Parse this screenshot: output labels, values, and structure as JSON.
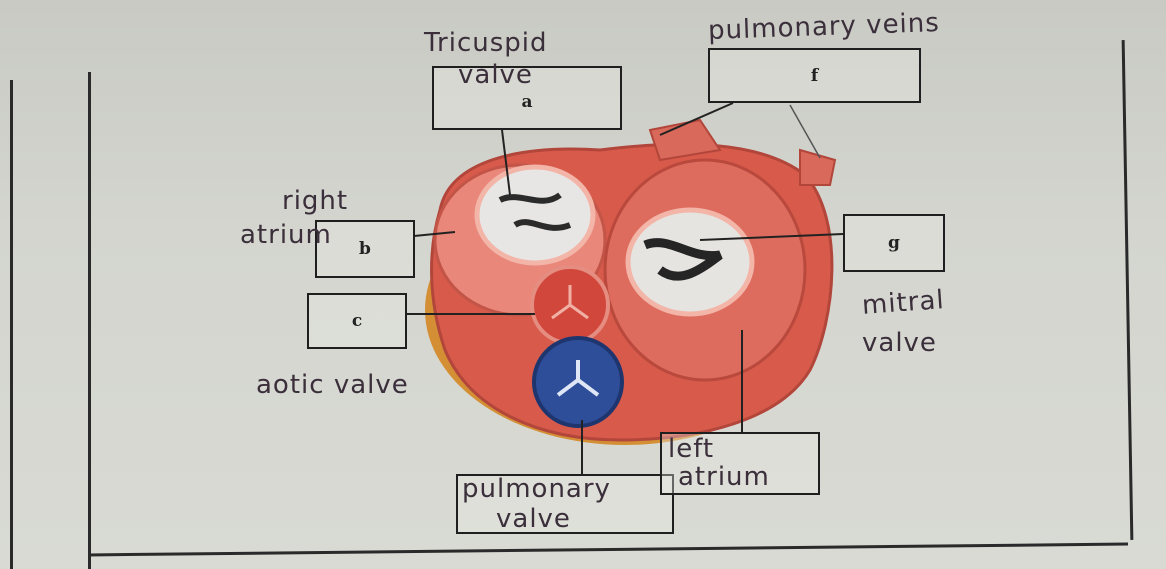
{
  "diagram": {
    "boxes": [
      {
        "id": "a",
        "letter": "a"
      },
      {
        "id": "b",
        "letter": "b"
      },
      {
        "id": "c",
        "letter": "c"
      },
      {
        "id": "f",
        "letter": "f"
      },
      {
        "id": "g",
        "letter": "g"
      },
      {
        "id": "pulm",
        "letter": ""
      },
      {
        "id": "left",
        "letter": ""
      }
    ],
    "handwritten": {
      "tricuspid": "Tricuspid",
      "tricuspid_2": "valve",
      "pulmonary_veins": "pulmonary veins",
      "right": "right",
      "atrium": "atrium",
      "aortic": "aotic valve",
      "mitral": "mitral",
      "mitral_2": "valve",
      "pulmonary_valve": "pulmonary",
      "pulmonary_valve_2": "valve",
      "left": "left",
      "left_2": "atrium"
    }
  },
  "colors": {
    "ink": "#3a2f3a",
    "muscle": "#d8584a",
    "muscle_dark": "#a83a30",
    "fat": "#d9932d",
    "valve_blue": "#2f4e9a"
  }
}
